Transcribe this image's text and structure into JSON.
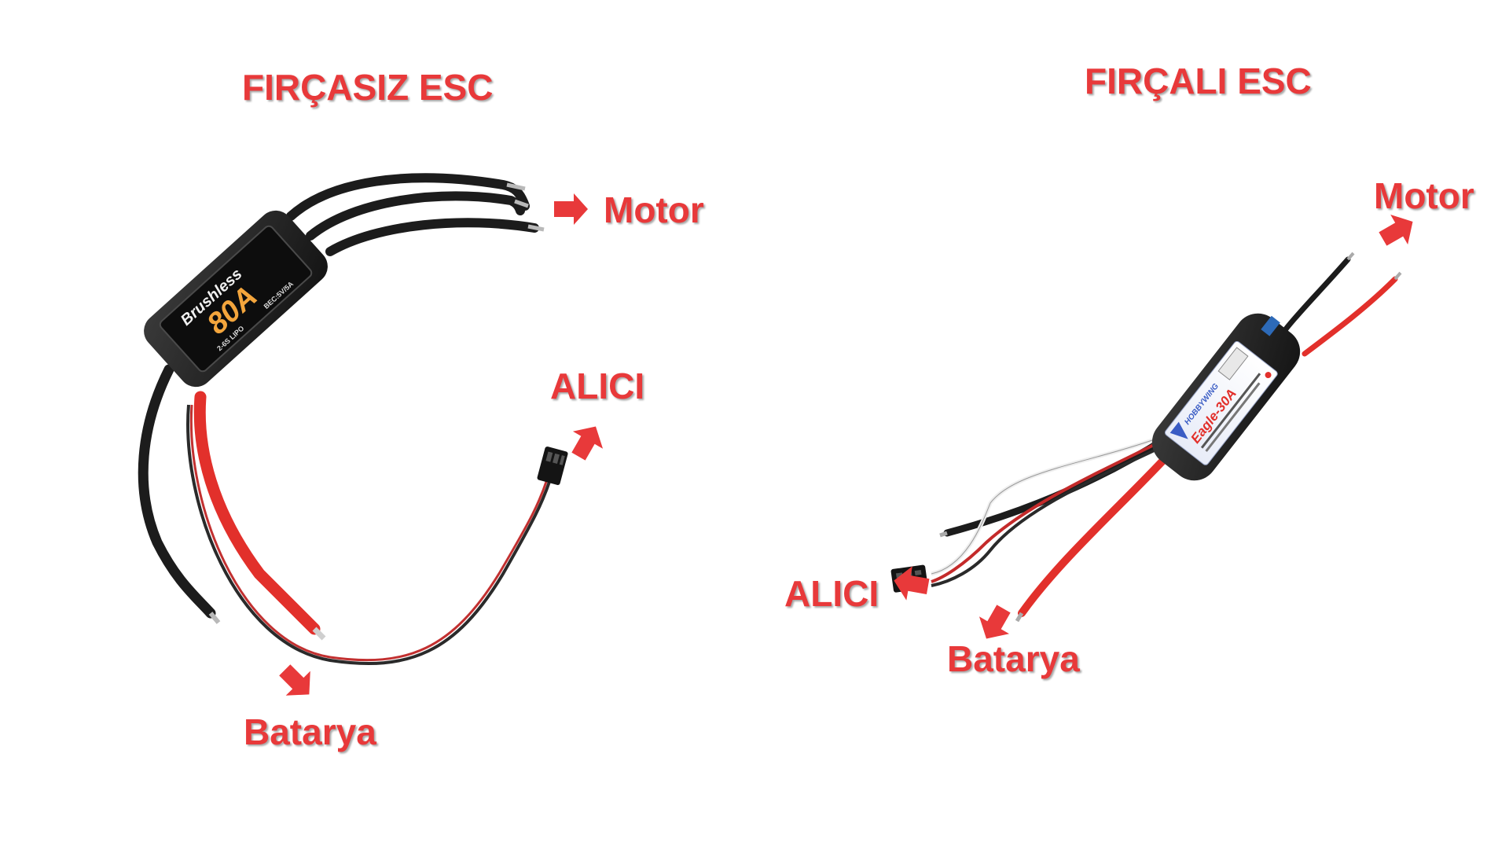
{
  "brushless": {
    "title": "FIRÇASIZ ESC",
    "motor_label": "Motor",
    "receiver_label": "ALICI",
    "battery_label": "Batarya",
    "device_brand": "Brushless",
    "device_rating": "80A",
    "device_cells": "2-6S LIPO",
    "device_bec": "BEC:5V/5A"
  },
  "brushed": {
    "title": "FIRÇALI ESC",
    "motor_label": "Motor",
    "receiver_label": "ALICI",
    "battery_label": "Batarya",
    "device_brand": "HOBBYWING",
    "device_rating": "Eagle-30A"
  },
  "colors": {
    "accent": "#e8393a",
    "wire_black": "#1c1c1c",
    "wire_red": "#e2302b",
    "esc_body": "#222222"
  }
}
